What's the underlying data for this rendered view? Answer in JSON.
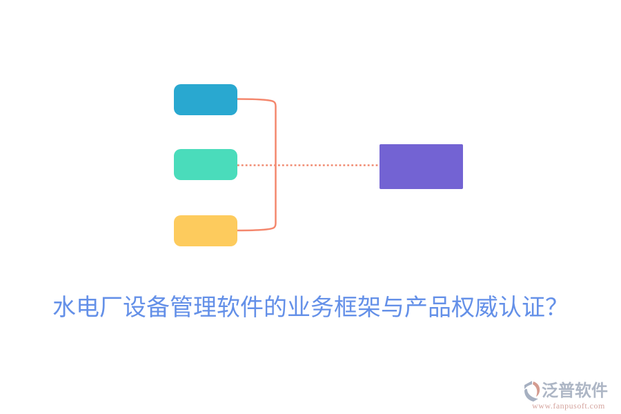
{
  "title": {
    "text": "水电厂设备管理软件的业务框架与产品权威认证？",
    "color": "#6490e8"
  },
  "diagram": {
    "nodes": [
      {
        "id": "source-top",
        "color": "#29a8d0"
      },
      {
        "id": "source-middle",
        "color": "#4adcbb"
      },
      {
        "id": "source-bottom",
        "color": "#fdcb5d"
      },
      {
        "id": "target",
        "color": "#7363d3"
      }
    ],
    "connector_color": "#f4876d",
    "dotted_connector_color": "#f08a70"
  },
  "watermark": {
    "brand": "泛普软件",
    "url": "www.fanpusoft.com",
    "brand_color": "#97a2b5",
    "url_color": "#c98b84",
    "icon_gray": "#8e9bb0",
    "icon_red": "#c87f70"
  }
}
